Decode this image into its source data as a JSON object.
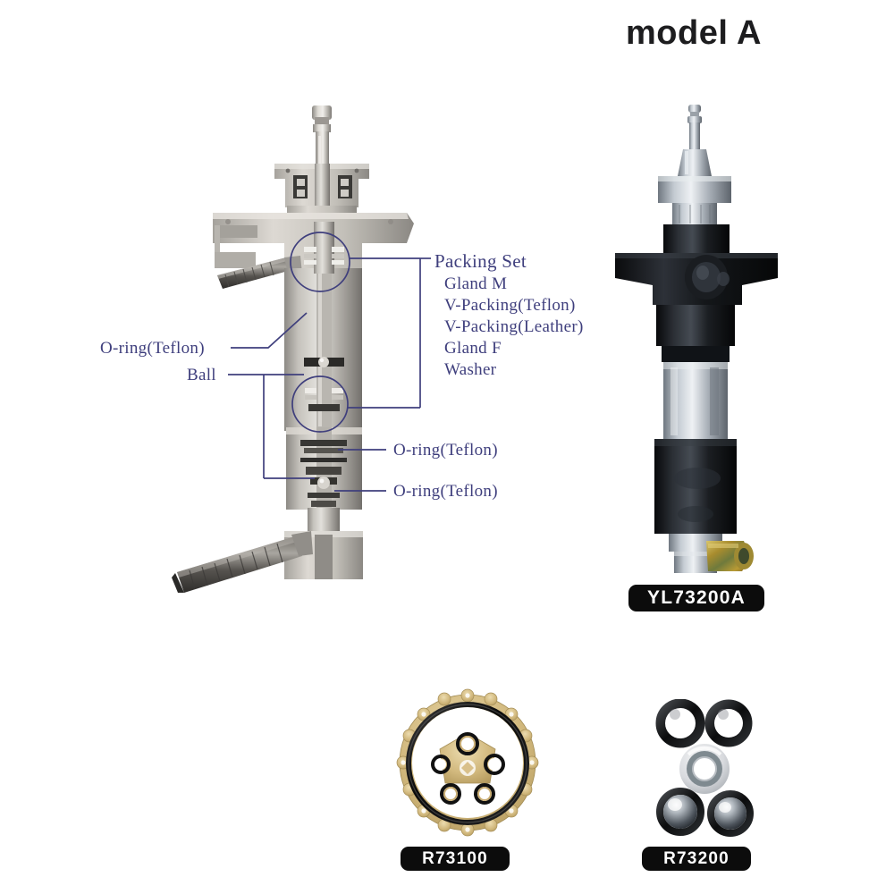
{
  "title": {
    "text": "model A"
  },
  "annotations": {
    "packing_set": {
      "heading": "Packing Set",
      "items": [
        "Gland M",
        "V-Packing(Teflon)",
        "V-Packing(Leather)",
        "Gland F",
        "Washer"
      ]
    },
    "left": [
      {
        "label": "O-ring(Teflon)"
      },
      {
        "label": "Ball"
      }
    ],
    "right": [
      {
        "label": "O-ring(Teflon)"
      },
      {
        "label": "O-ring(Teflon)"
      }
    ]
  },
  "badges": {
    "assembly": "YL73200A",
    "kit_left": "R73100",
    "kit_right": "R73200"
  },
  "colors": {
    "annotation_blue": "#3f3f7d",
    "badge_bg": "#0c0c0c",
    "badge_text": "#ffffff",
    "title_text": "#1d1d1f",
    "metal_light": "#c9c7c2",
    "metal_dark": "#6d6a66",
    "body_black": "#16181b",
    "brass": "#b5912f",
    "gasket_tan": "#d9c28e"
  },
  "figures": {
    "cutaway": "valve-cutaway-diagram",
    "assembly_photo": "valve-assembly-photo",
    "kit_left_photo": "gasket-oring-kit-photo",
    "kit_right_photo": "seal-ball-kit-photo"
  }
}
